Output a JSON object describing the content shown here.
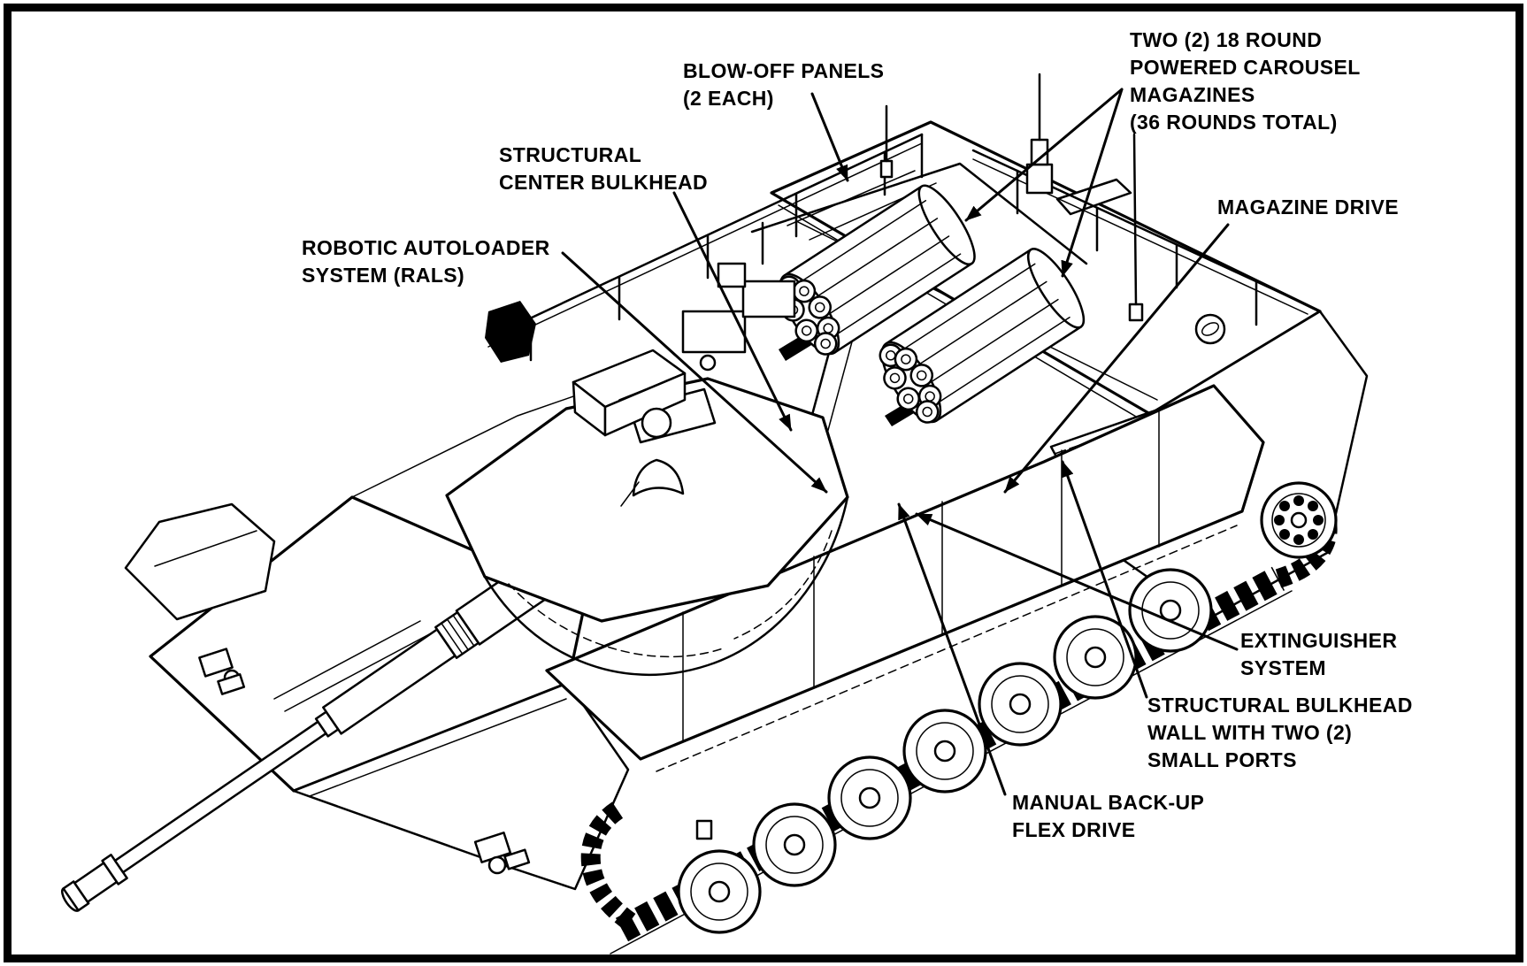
{
  "diagram": {
    "type": "technical-line-drawing",
    "subject": "tank-cutaway-with-robotic-autoloader",
    "background_color": "#ffffff",
    "ink_color": "#000000",
    "border_color": "#000000",
    "labels": [
      {
        "id": "blow-off-panels",
        "lines": [
          "BLOW-OFF PANELS",
          "(2 EACH)"
        ]
      },
      {
        "id": "carousel-magazines",
        "lines": [
          "TWO (2) 18 ROUND",
          "POWERED CAROUSEL",
          "MAGAZINES",
          "(36 ROUNDS TOTAL)"
        ]
      },
      {
        "id": "structural-center-bulkhead",
        "lines": [
          "STRUCTURAL",
          "CENTER BULKHEAD"
        ]
      },
      {
        "id": "robotic-autoloader-system",
        "lines": [
          "ROBOTIC AUTOLOADER",
          "SYSTEM (RALS)"
        ]
      },
      {
        "id": "magazine-drive",
        "lines": [
          "MAGAZINE DRIVE"
        ]
      },
      {
        "id": "extinguisher-system",
        "lines": [
          "EXTINGUISHER",
          "SYSTEM"
        ]
      },
      {
        "id": "structural-bulkhead-wall",
        "lines": [
          "STRUCTURAL BULKHEAD",
          "WALL WITH TWO (2)",
          "SMALL PORTS"
        ]
      },
      {
        "id": "manual-backup-flex-drive",
        "lines": [
          "MANUAL BACK-UP",
          "FLEX DRIVE"
        ]
      }
    ]
  }
}
